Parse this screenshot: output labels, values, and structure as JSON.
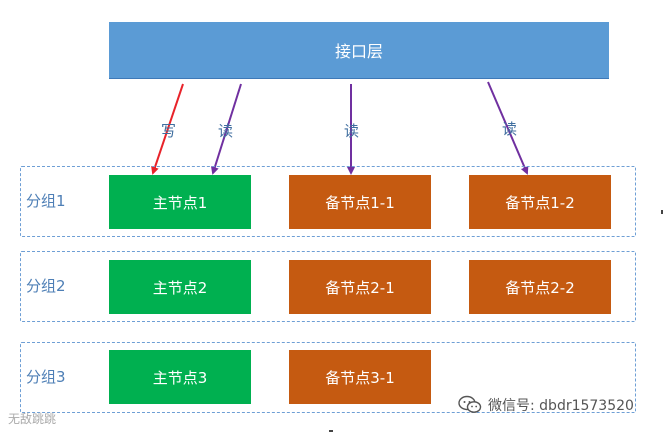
{
  "interface_layer": {
    "label": "接口层"
  },
  "operations": {
    "write": "写",
    "read": "读"
  },
  "groups": [
    {
      "label": "分组1",
      "master": "主节点1",
      "slaves": [
        "备节点1-1",
        "备节点1-2"
      ]
    },
    {
      "label": "分组2",
      "master": "主节点2",
      "slaves": [
        "备节点2-1",
        "备节点2-2"
      ]
    },
    {
      "label": "分组3",
      "master": "主节点3",
      "slaves": [
        "备节点3-1"
      ]
    }
  ],
  "colors": {
    "interface": "#5b9bd5",
    "master": "#00b050",
    "slave": "#c55a11",
    "group_border": "#6e9fd5",
    "write_arrow": "#e8232a",
    "read_arrow": "#7030a0"
  },
  "watermark": {
    "left_text": "无敌跳跳",
    "right_text": "微信号: dbdr1573520",
    "icon": "wechat-icon"
  }
}
